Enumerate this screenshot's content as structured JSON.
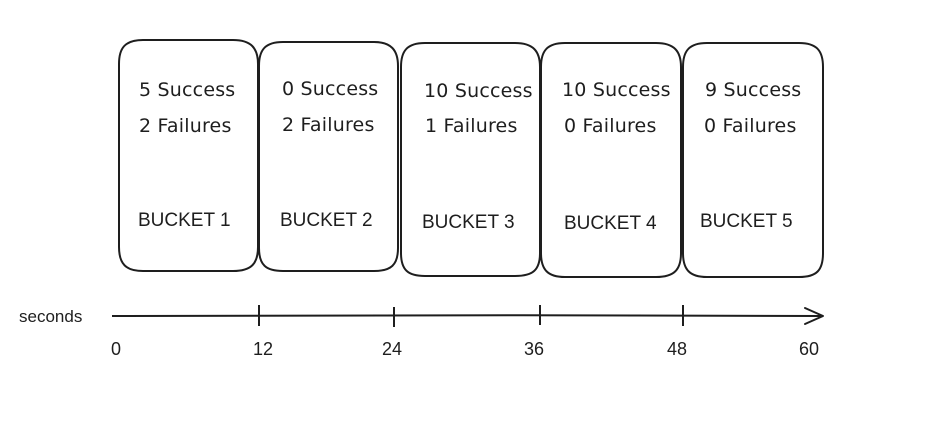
{
  "buckets": [
    {
      "success": "5 Success",
      "failures": "2 Failures",
      "label": "BUCKET 1"
    },
    {
      "success": "0 Success",
      "failures": "2 Failures",
      "label": "BUCKET 2"
    },
    {
      "success": "10 Success",
      "failures": "1 Failures",
      "label": "BUCKET 3"
    },
    {
      "success": "10 Success",
      "failures": "0 Failures",
      "label": "BUCKET 4"
    },
    {
      "success": "9 Success",
      "failures": "0 Failures",
      "label": "BUCKET 5"
    }
  ],
  "axis": {
    "title": "seconds",
    "ticks": [
      "0",
      "12",
      "24",
      "36",
      "48",
      "60"
    ]
  }
}
